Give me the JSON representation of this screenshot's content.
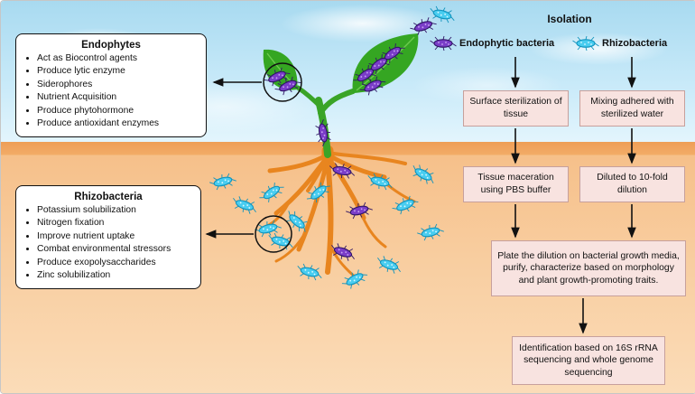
{
  "isolation_title": "Isolation",
  "legend": {
    "endophytic": "Endophytic bacteria",
    "rhizo": "Rhizobacteria"
  },
  "endophytes": {
    "title": "Endophytes",
    "items": [
      "Act as Biocontrol agents",
      "Produce lytic enzyme",
      "Siderophores",
      "Nutrient Acquisition",
      "Produce phytohormone",
      "Produce antioxidant enzymes"
    ]
  },
  "rhizobacteria": {
    "title": "Rhizobacteria",
    "items": [
      "Potassium solubilization",
      "Nitrogen fixation",
      "Improve nutrient uptake",
      "Combat environmental stressors",
      "Produce exopolysaccharides",
      "Zinc solubilization"
    ]
  },
  "flow": {
    "surface": "Surface sterilization of tissue",
    "mixing": "Mixing adhered with sterilized water",
    "maceration": "Tissue maceration using PBS buffer",
    "dilution": "Diluted to 10-fold dilution",
    "plate": "Plate the dilution on bacterial growth media, purify, characterize based on morphology and plant growth-promoting traits.",
    "identification": "Identification based on 16S rRNA sequencing and whole genome sequencing"
  },
  "icons": {
    "endophytic_bacteria_icon": "purple rod-shaped bacterium with flagella",
    "rhizobacteria_icon": "cyan rod-shaped bacterium with flagella"
  },
  "colors": {
    "endophytic_bacteria": "#7a3dc8",
    "rhizobacteria": "#49cdf0",
    "flow_box_fill": "#f8e3e0",
    "sky": "#a8daf0",
    "soil": "#f6c08a",
    "plant_green": "#35a622",
    "root_orange": "#e8851f"
  }
}
